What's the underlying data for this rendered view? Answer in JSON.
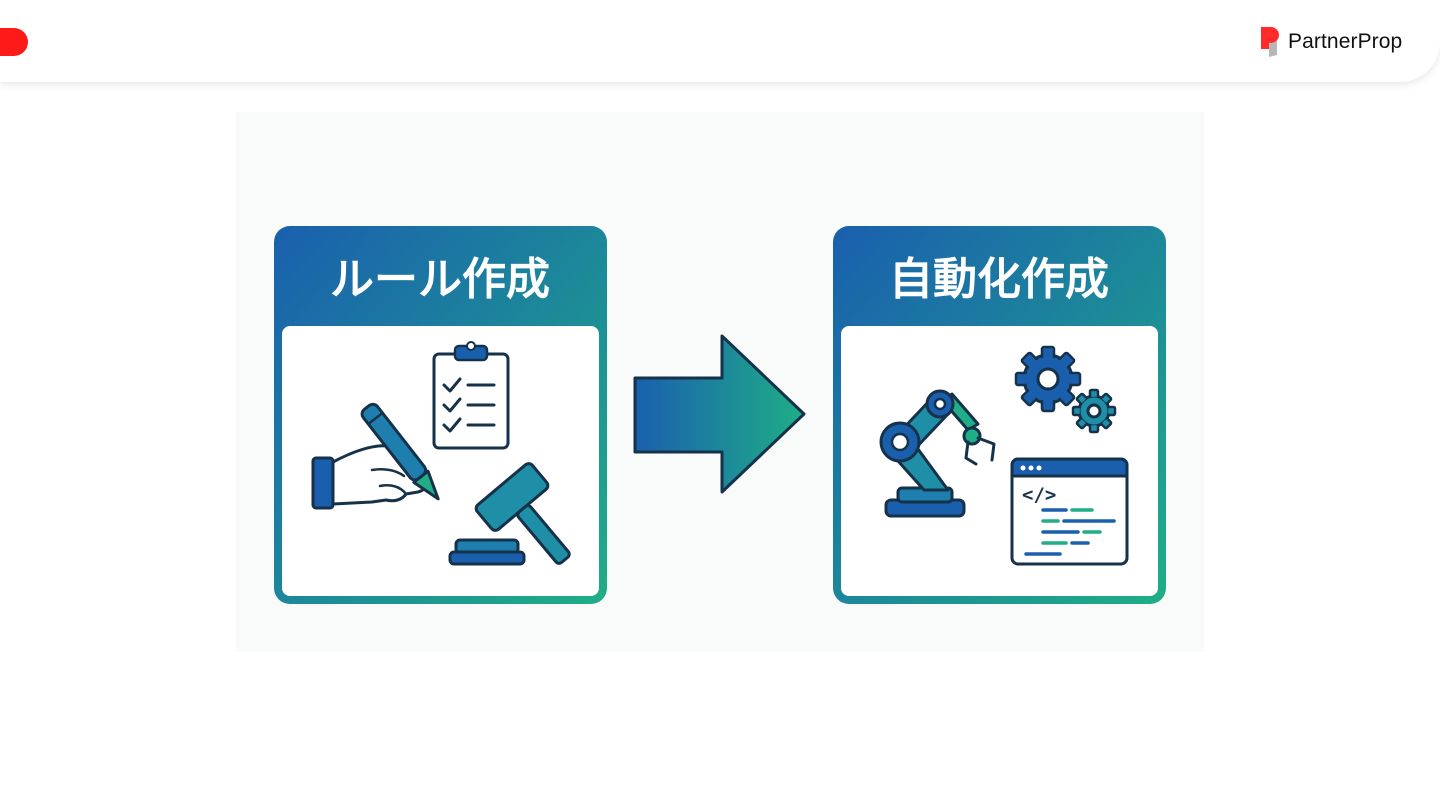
{
  "header": {
    "brand": "PartnerProp",
    "accent_color": "#ff1a1a"
  },
  "diagram": {
    "steps": [
      {
        "title": "ルール作成",
        "icons": [
          "clipboard-checklist-icon",
          "hand-writing-pen-icon",
          "gavel-icon"
        ]
      },
      {
        "title": "自動化作成",
        "icons": [
          "gears-icon",
          "robot-arm-icon",
          "code-window-icon"
        ]
      }
    ],
    "connector": "arrow-right-icon",
    "code_symbol": "</>",
    "gradient": {
      "start": "#1a5fae",
      "end": "#1fae86"
    },
    "outline_color": "#16324a"
  }
}
